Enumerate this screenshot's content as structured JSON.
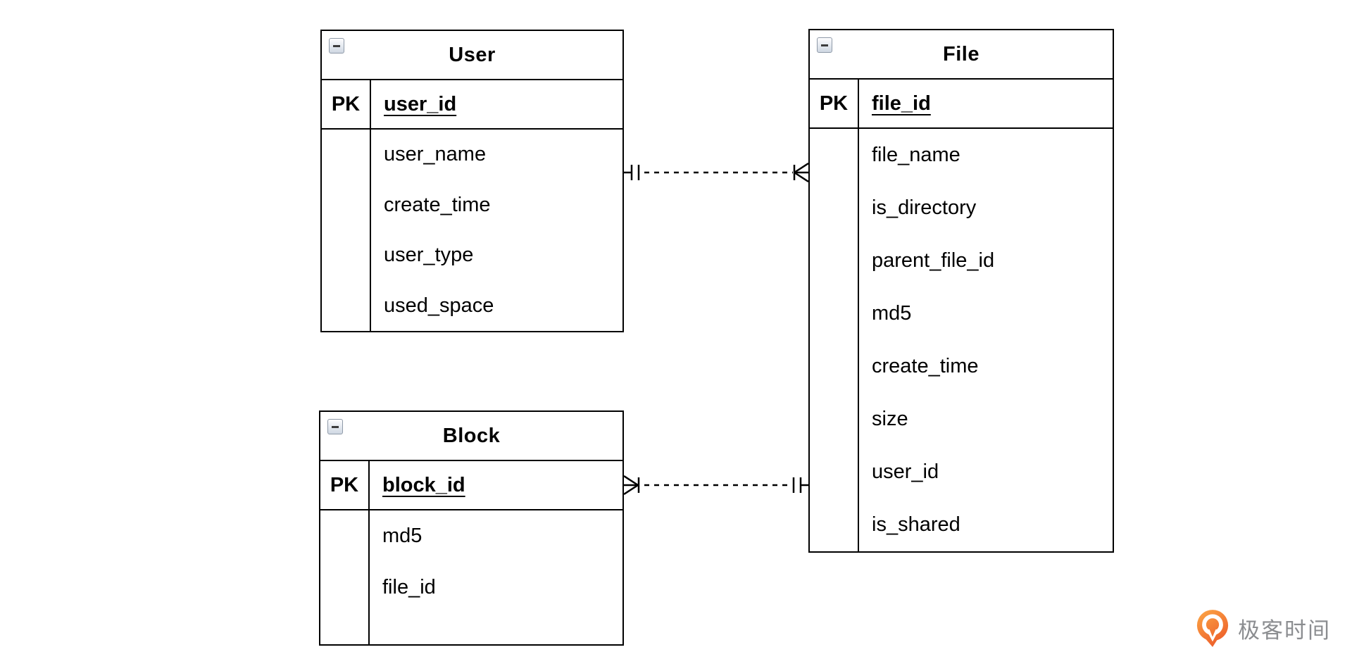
{
  "diagram": {
    "type": "entity-relationship",
    "entities": [
      {
        "name": "User",
        "pk_label": "PK",
        "pk_field": "user_id",
        "fields": [
          "user_name",
          "create_time",
          "user_type",
          "used_space"
        ],
        "collapse_icon": "minus"
      },
      {
        "name": "File",
        "pk_label": "PK",
        "pk_field": "file_id",
        "fields": [
          "file_name",
          "is_directory",
          "parent_file_id",
          "md5",
          "create_time",
          "size",
          "user_id",
          "is_shared"
        ],
        "collapse_icon": "minus"
      },
      {
        "name": "Block",
        "pk_label": "PK",
        "pk_field": "block_id",
        "fields": [
          "md5",
          "file_id"
        ],
        "collapse_icon": "minus"
      }
    ],
    "relationships": [
      {
        "from": "User",
        "to": "File",
        "from_cardinality": "exactly-one (||)",
        "to_cardinality": "one-or-many (crow's foot)",
        "line_style": "dashed"
      },
      {
        "from": "File",
        "to": "Block",
        "from_cardinality": "exactly-one (||)",
        "to_cardinality": "one-or-many (crow's foot)",
        "line_style": "dashed"
      }
    ],
    "line_color": "#000000",
    "fill_color": "#ffffff"
  },
  "branding": {
    "logo_text": "极客时间",
    "logo_text_color": "#8b8d90",
    "logo_icon": "geektime-orange-pin",
    "logo_icon_gradient_top": "#fba143",
    "logo_icon_gradient_bottom": "#ec5a28"
  }
}
